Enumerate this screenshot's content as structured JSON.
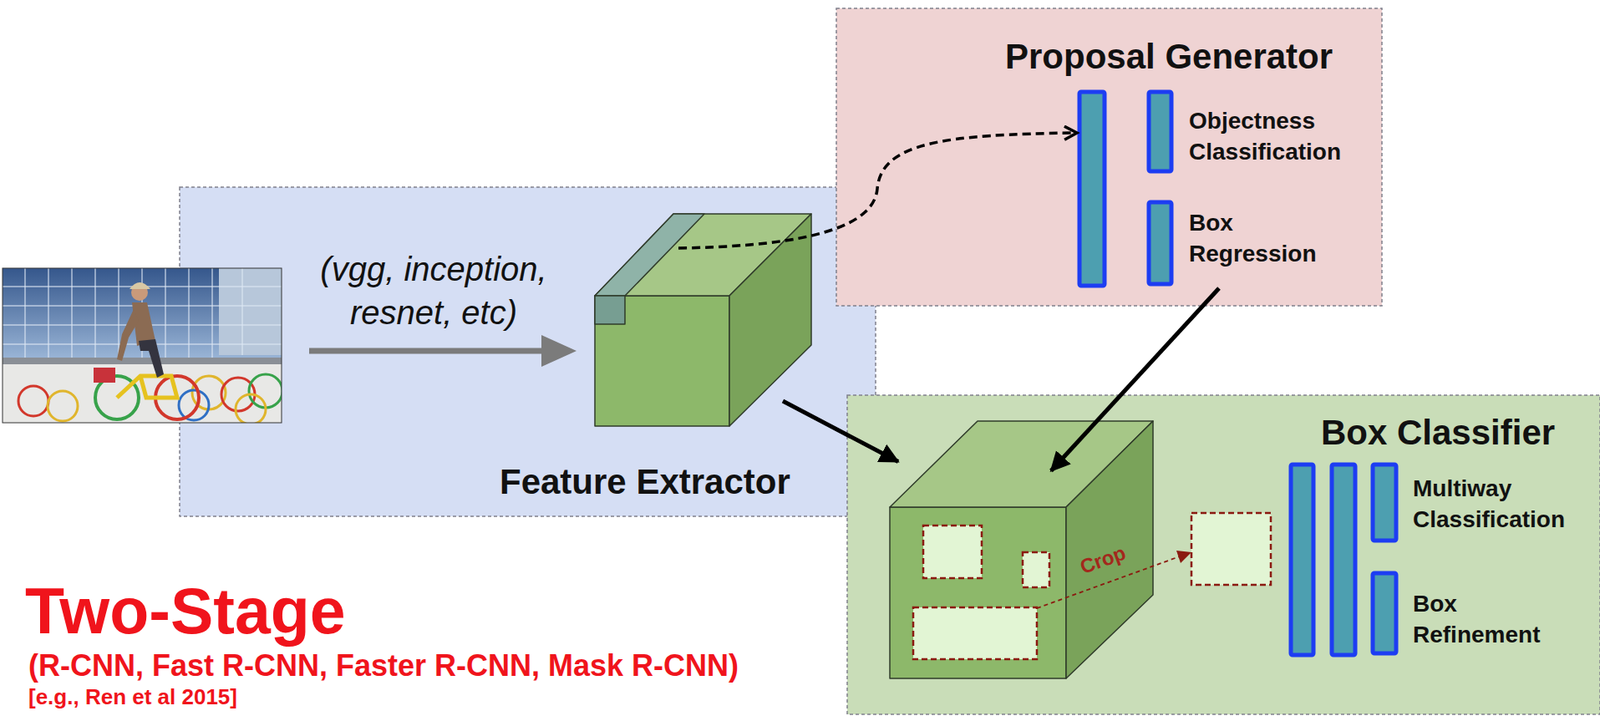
{
  "diagram": {
    "title": "Two-Stage",
    "nodes": [
      {
        "text": [
          "(vgg, inception, resnet, etc)",
          "Feature Extractor"
        ]
      },
      {
        "text": [
          "Proposal Generator",
          "Objectness Classification",
          "Box Regression"
        ]
      },
      {
        "text": [
          "Box Classifier",
          "Crop",
          "Multiway Classification",
          "Box Refinement"
        ]
      }
    ],
    "edges": [
      {
        "from": 0,
        "to": 1,
        "arrow": "to"
      },
      {
        "from": 0,
        "to": 2,
        "arrow": "to"
      },
      {
        "from": 1,
        "to": 2,
        "arrow": "to"
      }
    ],
    "labels": [
      "(R-CNN, Fast R-CNN, Faster R-CNN, Mask R-CNN)",
      "[e.g., Ren et al 2015]"
    ]
  }
}
